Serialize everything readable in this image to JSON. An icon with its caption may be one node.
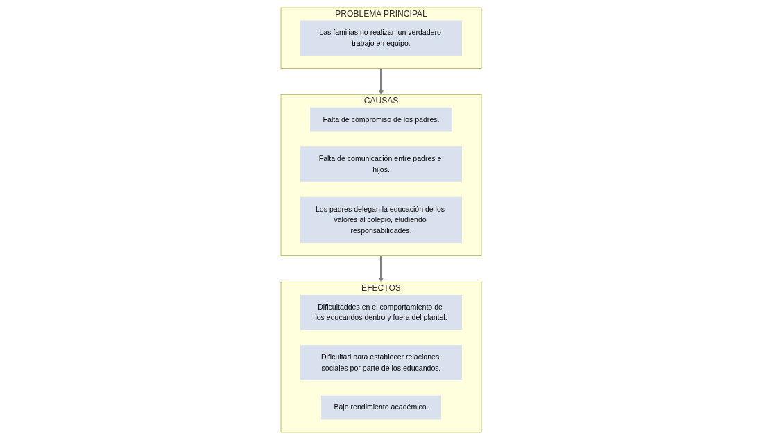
{
  "diagram": {
    "nodes": [
      {
        "text": [
          "PROBLEMA PRINCIPAL"
        ]
      },
      {
        "text": [
          "Las familias no realizan un verdadero trabajo en equipo."
        ],
        "in": 0
      },
      {
        "text": [
          "CAUSAS"
        ]
      },
      {
        "text": [
          "Falta de compromiso de los padres."
        ],
        "in": 2
      },
      {
        "text": [
          "Falta de comunicación entre padres e hijos."
        ],
        "in": 2
      },
      {
        "text": [
          "Los padres delegan la educación de los valores al colegio, eludiendo responsabilidades."
        ],
        "in": 2
      },
      {
        "text": [
          "EFECTOS"
        ]
      },
      {
        "text": [
          "Dificultaddes en el comportamiento de los educandos dentro y fuera del plantel."
        ],
        "in": 6
      },
      {
        "text": [
          "Dificultad para establecer relaciones sociales por parte de los educandos."
        ],
        "in": 6
      },
      {
        "text": [
          "Bajo rendimiento académico."
        ],
        "in": 6
      }
    ],
    "edges": [
      {
        "from": 0,
        "to": 2,
        "arrow": "to"
      },
      {
        "from": 2,
        "to": 6,
        "arrow": "to"
      }
    ]
  }
}
